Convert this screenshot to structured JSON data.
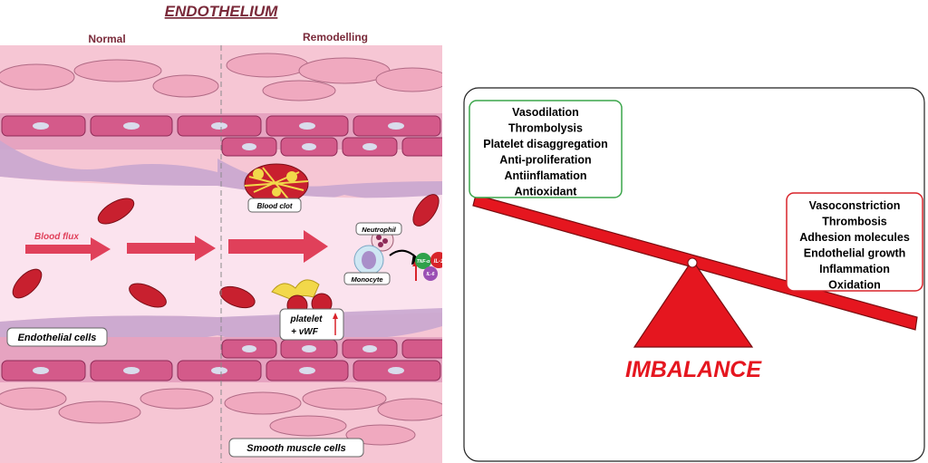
{
  "title": "ENDOTHELIUM",
  "panels": {
    "normal": "Normal",
    "remodelling": "Remodelling"
  },
  "labels": {
    "blood_flux": "Blood flux",
    "blood_clot": "Blood clot",
    "neutrophil": "Neutrophil",
    "monocyte": "Monocyte",
    "platelet_line1": "platelet",
    "platelet_line2": "+ vWF",
    "endothelial_cells": "Endothelial cells",
    "smooth_muscle_cells": "Smooth muscle cells"
  },
  "cytokines": {
    "tnf": "TNF-α",
    "il1": "IL-1",
    "il6": "IL-6"
  },
  "balance": {
    "left_items": [
      "Vasodilation",
      "Thrombolysis",
      "Platelet disaggregation",
      "Anti-proliferation",
      "Antiinflamation",
      "Antioxidant"
    ],
    "right_items": [
      "Vasoconstriction",
      "Thrombosis",
      "Adhesion molecules",
      "Endothelial growth",
      "Inflammation",
      "Oxidation"
    ],
    "verdict": "IMBALANCE"
  },
  "colors": {
    "title": "#7a2a3a",
    "lumen": "#fbe3ee",
    "endothelial": "#d45a8a",
    "endothelial_light": "#e88fb0",
    "subendo": "#c9a6cf",
    "tissue": "#f2b8c8",
    "rbc": "#c8202f",
    "arrow": "#e0405a",
    "balance_red": "#e5161f",
    "box_green": "#3aa54a",
    "box_red": "#d8232a",
    "platelet": "#f2d84a"
  }
}
